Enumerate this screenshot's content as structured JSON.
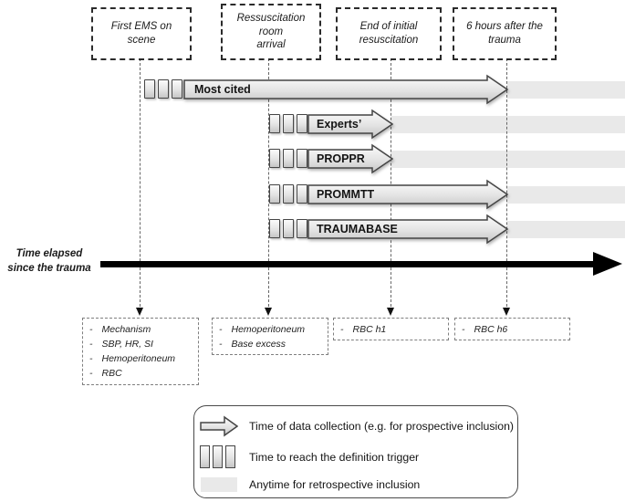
{
  "events": [
    {
      "label": "First EMS on\nscene"
    },
    {
      "label": "Ressuscitation\nroom\narrival"
    },
    {
      "label": "End of initial\nresuscitation"
    },
    {
      "label": "6 hours after the\ntrauma"
    }
  ],
  "axis": {
    "label": "Time elapsed\nsince the trauma"
  },
  "rows": [
    {
      "name": "most-cited",
      "label": "Most cited"
    },
    {
      "name": "experts",
      "label": "Experts’"
    },
    {
      "name": "proppr",
      "label": "PROPPR"
    },
    {
      "name": "prommtt",
      "label": "PROMMTT"
    },
    {
      "name": "traumabase",
      "label": "TRAUMABASE"
    }
  ],
  "bullet": "-",
  "criteria": [
    {
      "items": [
        "Mechanism",
        "SBP, HR, SI",
        "Hemoperitoneum",
        "RBC"
      ]
    },
    {
      "items": [
        "Hemoperitoneum",
        "Base excess"
      ]
    },
    {
      "items": [
        "RBC h1"
      ]
    },
    {
      "items": [
        "RBC h6"
      ]
    }
  ],
  "legend": {
    "items": [
      {
        "icon": "block-arrow-icon",
        "label": "Time of data collection (e.g. for prospective inclusion)"
      },
      {
        "icon": "trigger-squares-icon",
        "label": "Time to reach the definition trigger"
      },
      {
        "icon": "gray-band-icon",
        "label": "Anytime for retrospective inclusion"
      }
    ]
  },
  "colors": {
    "band": "#e9e9e9",
    "arrow_border": "#454545",
    "arrow_fill_top": "#fbfbfb",
    "arrow_fill_bottom": "#c6c6c6",
    "timeline": "#000000"
  }
}
